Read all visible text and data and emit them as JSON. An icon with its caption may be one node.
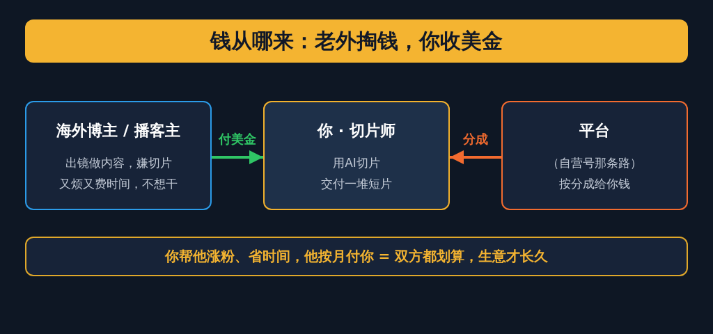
{
  "diagram": {
    "title": "钱从哪来：老外掏钱，你收美金",
    "nodes": [
      {
        "text": [
          "海外博主 / 播客主",
          "出镜做内容，嫌切片",
          "又烦又费时间，不想干"
        ]
      },
      {
        "text": [
          "你 · 切片师",
          "用AI切片",
          "交付一堆短片"
        ]
      },
      {
        "text": [
          "平台",
          "（自营号那条路）",
          "按分成给你钱"
        ]
      },
      {
        "text": [
          "你帮他涨粉、省时间，他按月付你 = 双方都划算，生意才长久"
        ]
      }
    ],
    "edges": [
      {
        "from": 0,
        "to": 1,
        "arrow": "to",
        "label": "付美金",
        "color": "#2fc565"
      },
      {
        "from": 2,
        "to": 1,
        "arrow": "to",
        "label": "分成",
        "color": "#f26b2f"
      }
    ]
  }
}
